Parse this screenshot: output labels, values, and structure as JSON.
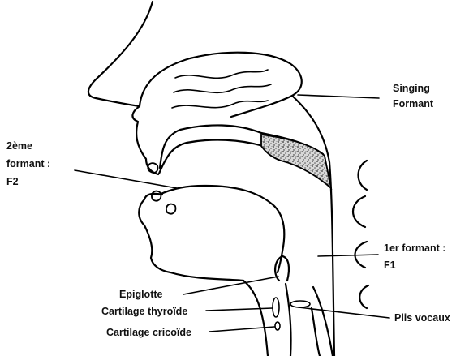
{
  "labels": {
    "singing_formant_line1": "Singing",
    "singing_formant_line2": "Formant",
    "f2_line1": "2ème",
    "f2_line2": "formant :",
    "f2_line3": "F2",
    "f1_line1": "1er formant :",
    "f1_line2": "F1",
    "epiglotte": "Epiglotte",
    "thyroide": "Cartilage thyroïde",
    "cricoide": "Cartilage cricoïde",
    "plis_vocaux": "Plis vocaux"
  },
  "colors": {
    "stroke": "#000000",
    "text": "#111111",
    "background": "#ffffff"
  }
}
